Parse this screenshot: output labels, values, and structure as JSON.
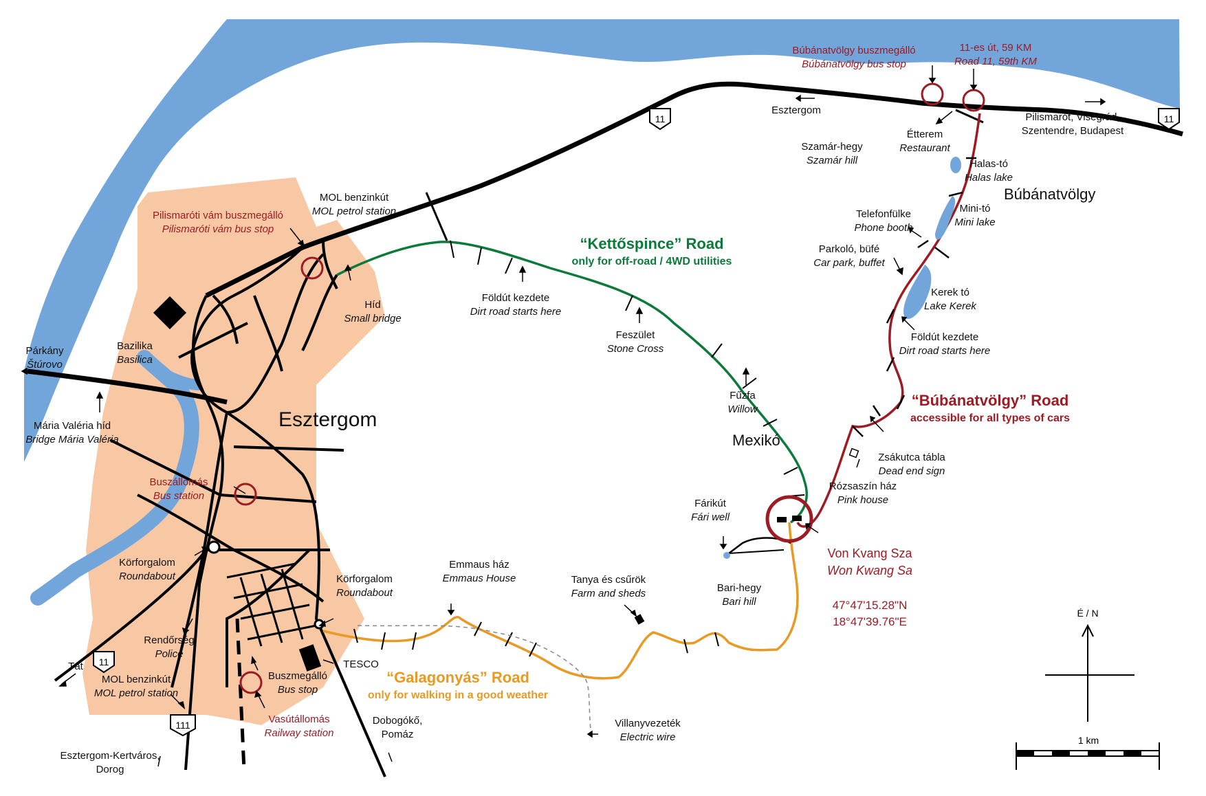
{
  "colors": {
    "river": "#72a6da",
    "city": "#f8c8a4",
    "road_main": "#000000",
    "kettospince": "#0b7a3b",
    "bubanatvolgy": "#9e1b23",
    "galagonyas": "#e89a24",
    "marker": "#9e1b23"
  },
  "shields": {
    "road11": "11",
    "road111": "111"
  },
  "towns": {
    "esztergom": "Esztergom",
    "mexiko": "Mexikó",
    "bubanatvolgy": "Búbánatvölgy"
  },
  "roads": {
    "kettospince": {
      "title": "“Kettőspince” Road",
      "subtitle": "only for off-road / 4WD utilities"
    },
    "bubanatvolgy": {
      "title": "“Búbánatvölgy” Road",
      "subtitle": "accessible for all types of cars"
    },
    "galagonyas": {
      "title": "“Galagonyás” Road",
      "subtitle": "only for walking in a good weather"
    }
  },
  "places": {
    "bus_stop_top": {
      "hu": "Búbánatvölgy buszmegálló",
      "en": "Búbánatvölgy bus stop"
    },
    "road11_km": {
      "hu": "11-es út,  59 KM",
      "en": "Road 11,  59th KM"
    },
    "esztergom_dir": "Esztergom",
    "pilismarot_dir": {
      "line1": "Pilismarót, Visegrád,",
      "line2": "Szentendre, Budapest"
    },
    "etterem": {
      "hu": "Étterem",
      "en": "Restaurant"
    },
    "szamar_hegy": {
      "hu": "Szamár-hegy",
      "en": "Szamár hill"
    },
    "halas_to": {
      "hu": "Halas-tó",
      "en": "Halas lake"
    },
    "mini_to": {
      "hu": "Mini-tó",
      "en": "Mini lake"
    },
    "telefonfulke": {
      "hu": "Telefonfülke",
      "en": "Phone booth"
    },
    "parkolo": {
      "hu": "Parkoló, büfé",
      "en": "Car park, buffet"
    },
    "kerek_to": {
      "hu": "Kerek tó",
      "en": "Lake Kerek"
    },
    "foldut_right": {
      "hu": "Földút kezdete",
      "en": "Dirt road starts here"
    },
    "zsakutca": {
      "hu": "Zsákutca tábla",
      "en": "Dead end sign"
    },
    "rozsaszin": {
      "hu": "Rózsaszín ház",
      "en": "Pink house"
    },
    "von_kvang": {
      "hu": "Von Kvang Sza",
      "en": "Won Kwang Sa"
    },
    "coords": {
      "lat": "47°47'15.28\"N",
      "lon": "18°47'39.76\"E"
    },
    "mol_top": {
      "hu": "MOL benzinkút",
      "en": "MOL petrol station"
    },
    "pilismaroti_vam": {
      "hu": "Pilismaróti vám buszmegálló",
      "en": "Pilismaróti vám bus stop"
    },
    "hid": {
      "hu": "Híd",
      "en": "Small bridge"
    },
    "foldut_left": {
      "hu": "Földút kezdete",
      "en": "Dirt road starts here"
    },
    "feszulet": {
      "hu": "Feszület",
      "en": "Stone Cross"
    },
    "fuzfa": {
      "hu": "Fűzfa",
      "en": "Willow"
    },
    "farikut": {
      "hu": "Fárikút",
      "en": "Fári well"
    },
    "parkany": {
      "hu": "Párkány",
      "en": "Štúrovo"
    },
    "bazilika": {
      "hu": "Bazilika",
      "en": "Basilica"
    },
    "maria_valeria": {
      "hu": "Mária Valéria híd",
      "en": "Bridge Mária Valéria"
    },
    "buszallomas": {
      "hu": "Buszállomás",
      "en": "Bus station"
    },
    "korforgalom_left": {
      "hu": "Körforgalom",
      "en": "Roundabout"
    },
    "korforgalom_right": {
      "hu": "Körforgalom",
      "en": "Roundabout"
    },
    "emmaus": {
      "hu": "Emmaus ház",
      "en": "Emmaus House"
    },
    "tanya": {
      "hu": "Tanya és csűrök",
      "en": "Farm and sheds"
    },
    "bari_hegy": {
      "hu": "Bari-hegy",
      "en": "Bari hill"
    },
    "rendorseg": {
      "hu": "Rendőrség",
      "en": "Police"
    },
    "tat": "Tát",
    "tesco": "TESCO",
    "mol_bottom": {
      "hu": "MOL benzinkút",
      "en": "MOL petrol station"
    },
    "buszmegallo": {
      "hu": "Buszmegálló",
      "en": "Bus stop"
    },
    "vasutallomas": {
      "hu": "Vasútállomás",
      "en": "Railway station"
    },
    "dobogoko": {
      "line1": "Dobogókő,",
      "line2": "Pomáz"
    },
    "villanyvezetek": {
      "hu": "Villanyvezeték",
      "en": "Electric wire"
    },
    "kertvaros": {
      "line1": "Esztergom-Kertváros,",
      "line2": "Dorog"
    }
  },
  "compass": "É / N",
  "scale": "1 km"
}
